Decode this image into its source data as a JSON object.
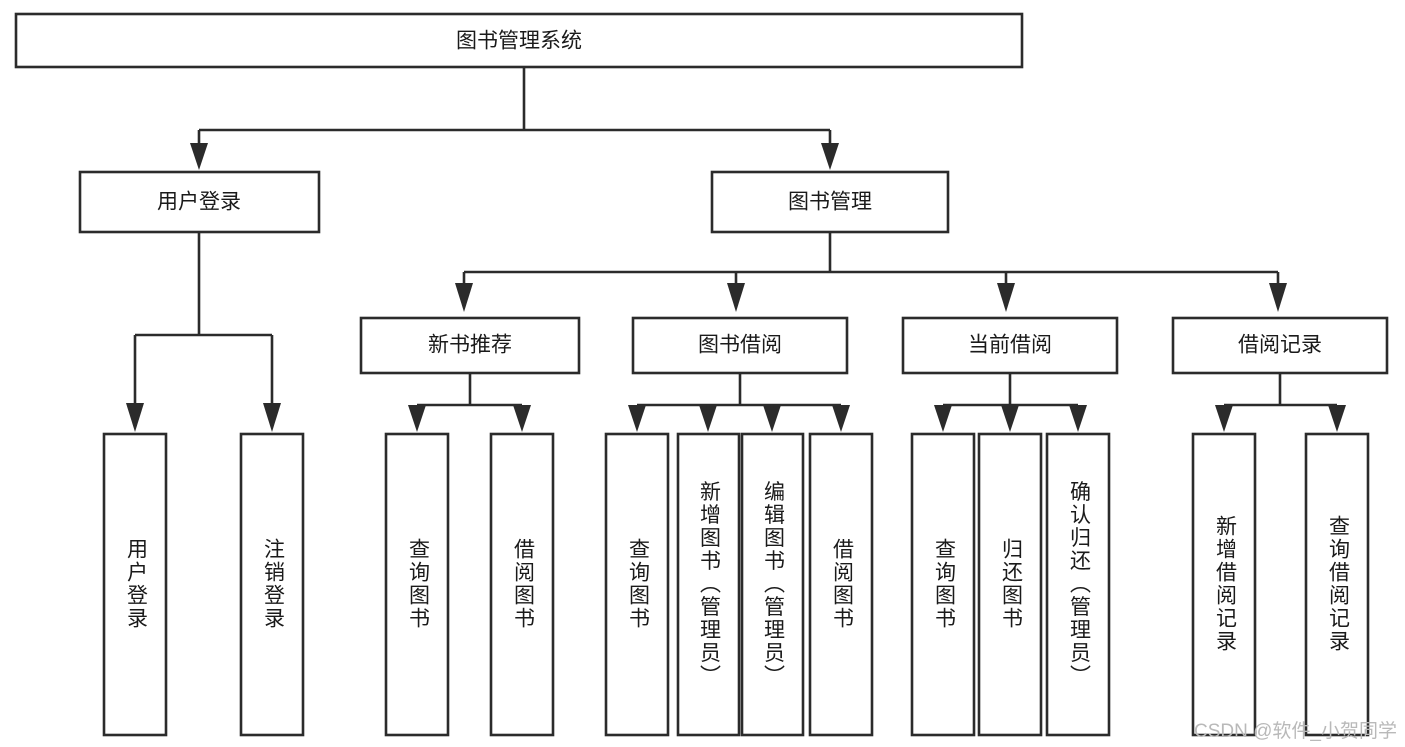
{
  "diagram": {
    "title": "图书管理系统",
    "type": "tree",
    "root": {
      "id": "root",
      "label": "图书管理系统",
      "orientation": "horizontal"
    },
    "level2": [
      {
        "id": "user-login",
        "label": "用户登录",
        "orientation": "horizontal"
      },
      {
        "id": "book-manage",
        "label": "图书管理",
        "orientation": "horizontal"
      }
    ],
    "level3": [
      {
        "id": "new-book-rec",
        "label": "新书推荐",
        "parent": "book-manage",
        "orientation": "horizontal"
      },
      {
        "id": "book-borrow",
        "label": "图书借阅",
        "parent": "book-manage",
        "orientation": "horizontal"
      },
      {
        "id": "current-borrow",
        "label": "当前借阅",
        "parent": "book-manage",
        "orientation": "horizontal"
      },
      {
        "id": "borrow-record",
        "label": "借阅记录",
        "parent": "book-manage",
        "orientation": "horizontal"
      }
    ],
    "leaves": [
      {
        "id": "leaf-user-login",
        "label": "用户登录",
        "parent": "user-login",
        "orientation": "vertical"
      },
      {
        "id": "leaf-logout",
        "label": "注销登录",
        "parent": "user-login",
        "orientation": "vertical"
      },
      {
        "id": "leaf-query-book-1",
        "label": "查询图书",
        "parent": "new-book-rec",
        "orientation": "vertical"
      },
      {
        "id": "leaf-borrow-book-1",
        "label": "借阅图书",
        "parent": "new-book-rec",
        "orientation": "vertical"
      },
      {
        "id": "leaf-query-book-2",
        "label": "查询图书",
        "parent": "book-borrow",
        "orientation": "vertical"
      },
      {
        "id": "leaf-add-book",
        "label": "新增图书（管理员）",
        "parent": "book-borrow",
        "orientation": "vertical"
      },
      {
        "id": "leaf-edit-book",
        "label": "编辑图书（管理员）",
        "parent": "book-borrow",
        "orientation": "vertical"
      },
      {
        "id": "leaf-borrow-book-2",
        "label": "借阅图书",
        "parent": "book-borrow",
        "orientation": "vertical"
      },
      {
        "id": "leaf-query-book-3",
        "label": "查询图书",
        "parent": "current-borrow",
        "orientation": "vertical"
      },
      {
        "id": "leaf-return-book",
        "label": "归还图书",
        "parent": "current-borrow",
        "orientation": "vertical"
      },
      {
        "id": "leaf-confirm-return",
        "label": "确认归还（管理员）",
        "parent": "current-borrow",
        "orientation": "vertical"
      },
      {
        "id": "leaf-add-record",
        "label": "新增借阅记录",
        "parent": "borrow-record",
        "orientation": "vertical"
      },
      {
        "id": "leaf-query-record",
        "label": "查询借阅记录",
        "parent": "borrow-record",
        "orientation": "vertical"
      }
    ],
    "colors": {
      "stroke": "#2b2b2b",
      "fill": "#ffffff",
      "text": "#1a1a1a",
      "watermark": "#b9b9b9",
      "background": "#ffffff"
    }
  },
  "watermark": {
    "text": "CSDN @软件_小贺同学"
  }
}
